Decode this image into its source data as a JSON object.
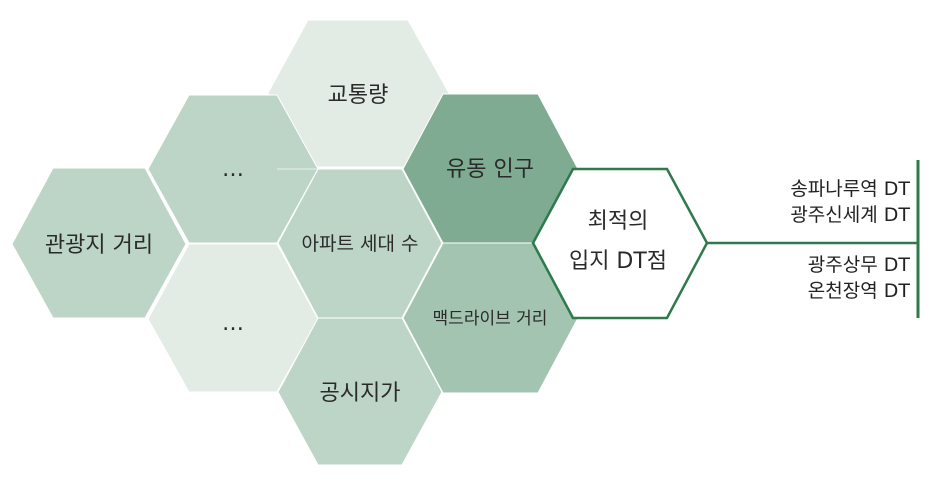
{
  "hexagons": {
    "traffic": {
      "label": "교통량",
      "color": "#e2ebe4"
    },
    "dots_upper": {
      "label": "…",
      "color": "#bcd5c6"
    },
    "floating_population": {
      "label": "유동 인구",
      "color": "#7eab91"
    },
    "tourist_distance": {
      "label": "관광지 거리",
      "color": "#bcd5c6"
    },
    "apartment_households": {
      "label": "아파트 세대 수",
      "color": "#bcd5c6"
    },
    "dots_lower": {
      "label": "…",
      "color": "#e2ebe4"
    },
    "mcdrive_distance": {
      "label": "맥드라이브 거리",
      "color": "#a3c4b1"
    },
    "land_price": {
      "label": "공시지가",
      "color": "#bcd5c6"
    },
    "optimal": {
      "line1": "최적의",
      "line2": "입지 DT점",
      "stroke": "#2e7a4d"
    }
  },
  "results": {
    "group1": [
      "송파나루역 DT",
      "광주신세계 DT"
    ],
    "group2": [
      "광주상무 DT",
      "온천장역 DT"
    ]
  },
  "colors": {
    "connector": "#2e7a4d"
  }
}
